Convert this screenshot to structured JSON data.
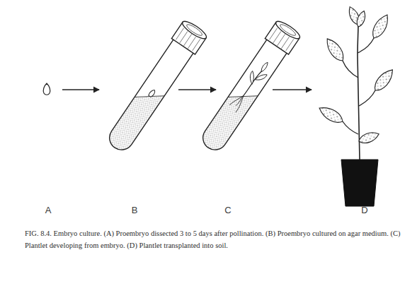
{
  "diagram": {
    "caption": "FIG. 8.4. Embryo culture. (A) Proembryo dissected 3 to 5 days after pollination. (B) Proembryo cultured on agar medium. (C) Plantlet developing from embryo. (D) Plantlet transplanted into soil.",
    "labels": [
      "A",
      "B",
      "C",
      "D"
    ]
  }
}
